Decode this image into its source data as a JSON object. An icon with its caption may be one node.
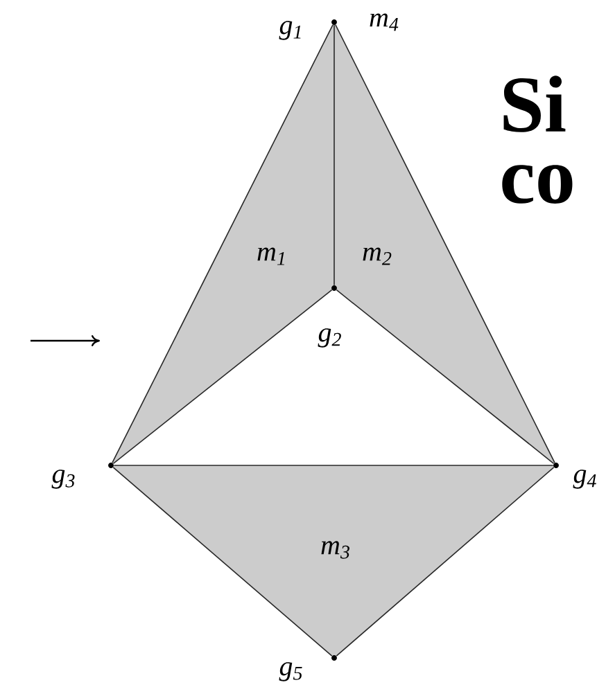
{
  "diagram": {
    "nodes": [
      {
        "text": [],
        "shape": "circle",
        "beside": [
          "g$_{1}$"
        ]
      },
      {
        "text": [],
        "shape": "circle",
        "beside": [
          "g$_{2}$"
        ]
      },
      {
        "text": [],
        "shape": "circle",
        "beside": [
          "g$_{3}$"
        ]
      },
      {
        "text": [],
        "shape": "circle",
        "beside": [
          "g$_{4}$"
        ]
      },
      {
        "text": [],
        "shape": "circle",
        "beside": [
          "g$_{5}$"
        ]
      }
    ],
    "edges": [
      {
        "from": 0,
        "to": 1,
        "arrow": "none"
      },
      {
        "from": 0,
        "to": 2,
        "arrow": "none"
      },
      {
        "from": 0,
        "to": 3,
        "arrow": "none"
      },
      {
        "from": 1,
        "to": 2,
        "arrow": "none"
      },
      {
        "from": 1,
        "to": 3,
        "arrow": "none"
      },
      {
        "from": 2,
        "to": 3,
        "arrow": "none"
      },
      {
        "from": 2,
        "to": 4,
        "arrow": "none"
      },
      {
        "from": 3,
        "to": 4,
        "arrow": "none"
      }
    ],
    "labels": [
      "m$_{4}$",
      "m$_{1}$",
      "m$_{2}$",
      "m$_{3}$",
      "Si",
      "co"
    ]
  }
}
